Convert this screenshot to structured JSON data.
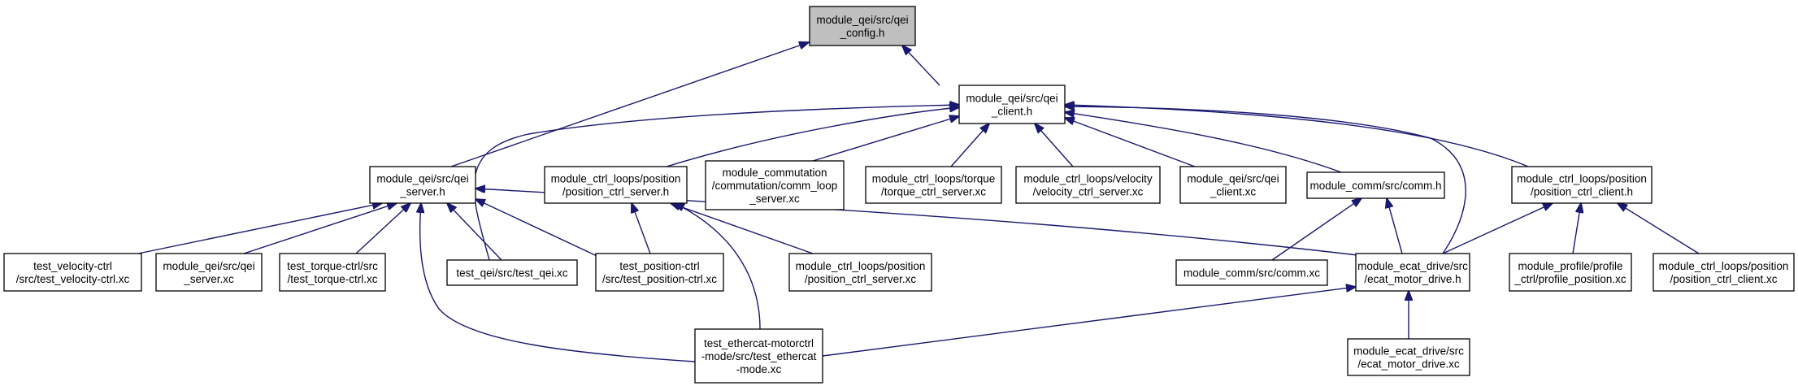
{
  "nodes": [
    {
      "id": "qei_config",
      "lines": [
        "module_qei/src/qei",
        "_config.h"
      ],
      "root": true
    },
    {
      "id": "qei_client_h",
      "lines": [
        "module_qei/src/qei",
        "_client.h"
      ]
    },
    {
      "id": "qei_server_h",
      "lines": [
        "module_qei/src/qei",
        "_server.h"
      ]
    },
    {
      "id": "pos_ctrl_server_h",
      "lines": [
        "module_ctrl_loops/position",
        "/position_ctrl_server.h"
      ]
    },
    {
      "id": "comm_loop_server",
      "lines": [
        "module_commutation",
        "/commutation/comm_loop",
        "_server.xc"
      ]
    },
    {
      "id": "torque_ctrl_server",
      "lines": [
        "module_ctrl_loops/torque",
        "/torque_ctrl_server.xc"
      ]
    },
    {
      "id": "velocity_ctrl_server",
      "lines": [
        "module_ctrl_loops/velocity",
        "/velocity_ctrl_server.xc"
      ]
    },
    {
      "id": "qei_client_xc",
      "lines": [
        "module_qei/src/qei",
        "_client.xc"
      ]
    },
    {
      "id": "comm_h",
      "lines": [
        "module_comm/src/comm.h"
      ]
    },
    {
      "id": "pos_ctrl_client_h",
      "lines": [
        "module_ctrl_loops/position",
        "/position_ctrl_client.h"
      ]
    },
    {
      "id": "test_velocity",
      "lines": [
        "test_velocity-ctrl",
        "/src/test_velocity-ctrl.xc"
      ]
    },
    {
      "id": "qei_server_xc",
      "lines": [
        "module_qei/src/qei",
        "_server.xc"
      ]
    },
    {
      "id": "test_torque",
      "lines": [
        "test_torque-ctrl/src",
        "/test_torque-ctrl.xc"
      ]
    },
    {
      "id": "test_qei",
      "lines": [
        "test_qei/src/test_qei.xc"
      ]
    },
    {
      "id": "test_position",
      "lines": [
        "test_position-ctrl",
        "/src/test_position-ctrl.xc"
      ]
    },
    {
      "id": "pos_ctrl_server_xc",
      "lines": [
        "module_ctrl_loops/position",
        "/position_ctrl_server.xc"
      ]
    },
    {
      "id": "comm_xc",
      "lines": [
        "module_comm/src/comm.xc"
      ]
    },
    {
      "id": "ecat_motor_drive_h",
      "lines": [
        "module_ecat_drive/src",
        "/ecat_motor_drive.h"
      ]
    },
    {
      "id": "profile_position",
      "lines": [
        "module_profile/profile",
        "_ctrl/profile_position.xc"
      ]
    },
    {
      "id": "pos_ctrl_client_xc",
      "lines": [
        "module_ctrl_loops/position",
        "/position_ctrl_client.xc"
      ]
    },
    {
      "id": "test_ethercat",
      "lines": [
        "test_ethercat-motorctrl",
        "-mode/src/test_ethercat",
        "-mode.xc"
      ]
    },
    {
      "id": "ecat_motor_drive_xc",
      "lines": [
        "module_ecat_drive/src",
        "/ecat_motor_drive.xc"
      ]
    }
  ],
  "edges": [
    {
      "from": "qei_client_h",
      "to": "qei_config"
    },
    {
      "from": "qei_server_h",
      "to": "qei_config"
    },
    {
      "from": "test_qei",
      "to": "qei_client_h"
    },
    {
      "from": "pos_ctrl_server_h",
      "to": "qei_client_h"
    },
    {
      "from": "comm_loop_server",
      "to": "qei_client_h"
    },
    {
      "from": "torque_ctrl_server",
      "to": "qei_client_h"
    },
    {
      "from": "velocity_ctrl_server",
      "to": "qei_client_h"
    },
    {
      "from": "qei_client_xc",
      "to": "qei_client_h"
    },
    {
      "from": "comm_h",
      "to": "qei_client_h"
    },
    {
      "from": "ecat_motor_drive_h",
      "to": "qei_client_h"
    },
    {
      "from": "pos_ctrl_client_h",
      "to": "qei_client_h"
    },
    {
      "from": "test_velocity",
      "to": "qei_server_h"
    },
    {
      "from": "qei_server_xc",
      "to": "qei_server_h"
    },
    {
      "from": "test_torque",
      "to": "qei_server_h"
    },
    {
      "from": "test_qei",
      "to": "qei_server_h"
    },
    {
      "from": "test_position",
      "to": "qei_server_h"
    },
    {
      "from": "test_ethercat",
      "to": "qei_server_h"
    },
    {
      "from": "ecat_motor_drive_h",
      "to": "qei_server_h"
    },
    {
      "from": "test_position",
      "to": "pos_ctrl_server_h"
    },
    {
      "from": "pos_ctrl_server_xc",
      "to": "pos_ctrl_server_h"
    },
    {
      "from": "test_ethercat",
      "to": "pos_ctrl_server_h"
    },
    {
      "from": "comm_xc",
      "to": "comm_h"
    },
    {
      "from": "ecat_motor_drive_h",
      "to": "comm_h"
    },
    {
      "from": "ecat_motor_drive_h",
      "to": "pos_ctrl_client_h"
    },
    {
      "from": "profile_position",
      "to": "pos_ctrl_client_h"
    },
    {
      "from": "pos_ctrl_client_xc",
      "to": "pos_ctrl_client_h"
    },
    {
      "from": "test_ethercat",
      "to": "ecat_motor_drive_h"
    },
    {
      "from": "ecat_motor_drive_xc",
      "to": "ecat_motor_drive_h"
    }
  ]
}
